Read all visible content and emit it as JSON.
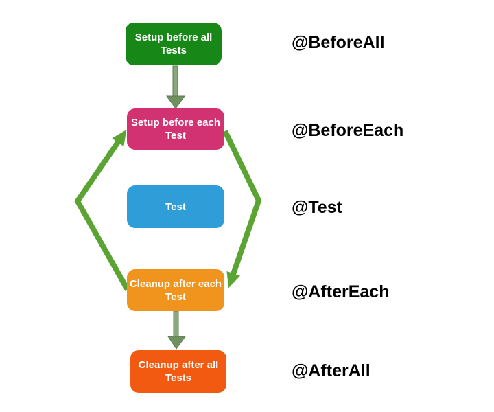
{
  "diagram": {
    "title_semantic": "junit-test-lifecycle-flowchart",
    "background": "#ffffff",
    "nodes": [
      {
        "id": "before-all",
        "label": "Setup before all\nTests",
        "annotation": "@BeforeAll",
        "color": "#178717"
      },
      {
        "id": "before-each",
        "label": "Setup before each\nTest",
        "annotation": "@BeforeEach",
        "color": "#d23172"
      },
      {
        "id": "test",
        "label": "Test",
        "annotation": "@Test",
        "color": "#2e9dd8"
      },
      {
        "id": "after-each",
        "label": "Cleanup after each\nTest",
        "annotation": "@AfterEach",
        "color": "#f0941e"
      },
      {
        "id": "after-all",
        "label": "Cleanup after all\nTests",
        "annotation": "@AfterAll",
        "color": "#f25a11"
      }
    ],
    "colors": {
      "loop_arrow": "#5ba433",
      "connector_shaft_fill": "#8ba87d",
      "connector_head_fill": "#70905f",
      "connector_border": "#5d7a52",
      "annotation_text": "#000000",
      "node_text": "#ffffff"
    }
  }
}
